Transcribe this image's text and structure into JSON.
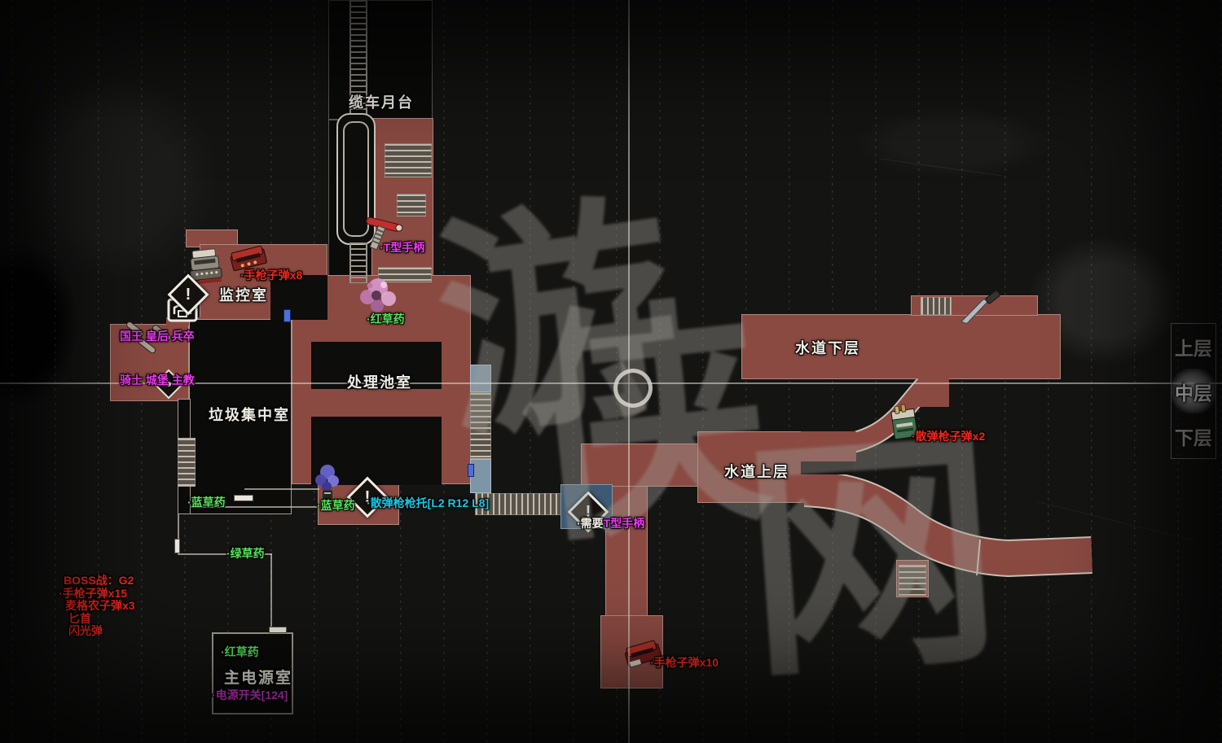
{
  "watermark": "游侠网",
  "rooms": [
    {
      "id": "cable-car-platform",
      "label": "缆车月台"
    },
    {
      "id": "monitor-room",
      "label": "监控室"
    },
    {
      "id": "treatment-pool-room",
      "label": "处理池室"
    },
    {
      "id": "garbage-room",
      "label": "垃圾集中室"
    },
    {
      "id": "waterway-lower",
      "label": "水道下层"
    },
    {
      "id": "waterway-upper",
      "label": "水道上层"
    },
    {
      "id": "main-power-room",
      "label": "主电源室"
    }
  ],
  "items": [
    {
      "label": "·手枪子弹x8",
      "color": "red"
    },
    {
      "label": "·T型手柄",
      "color": "magenta"
    },
    {
      "label": "·红草药",
      "color": "green"
    },
    {
      "label": "国王 皇后 兵卒",
      "color": "magenta"
    },
    {
      "label": "骑士 城堡 主教",
      "color": "magenta"
    },
    {
      "label": "·蓝草药",
      "color": "green"
    },
    {
      "label": "·蓝草药",
      "color": "green"
    },
    {
      "label": "·散弹枪枪托[L2 R12 L8]",
      "color": "cyan"
    },
    {
      "label": "·绿草药",
      "color": "green"
    },
    {
      "label": "·红草药",
      "color": "green"
    },
    {
      "label": "·电源开关[124]",
      "color": "magenta"
    },
    {
      "label": "·手枪子弹x10",
      "color": "red"
    },
    {
      "label": "·散弹枪子弹x2",
      "color": "red"
    },
    {
      "prefix": "·需要",
      "label": "T型手柄",
      "color": "magenta"
    }
  ],
  "boss_note": {
    "title": "BOSS战：G2",
    "items": [
      "·手枪子弹x15",
      "麦格农子弹x3",
      "匕首",
      "闪光弹"
    ]
  },
  "layer_switcher": {
    "options": [
      "上层",
      "中层",
      "下层"
    ],
    "selected": "中层"
  },
  "icons": {
    "exclamation": "!",
    "names": [
      "typewriter-icon",
      "item-box-icon",
      "exclamation-icon",
      "locked-diamond-icon",
      "chess-pieces-icon",
      "red-herb-icon",
      "blue-herb-icon",
      "t-handle-icon",
      "knife-icon",
      "pistol-ammo-box-icon",
      "shotgun-shells-box-icon",
      "door-marker"
    ]
  },
  "colors": {
    "room_fill": "#8a4a42",
    "room_interior": "#0d0d0c",
    "wall_line": "#c9c0b2",
    "label_red": "#f5261c",
    "label_green": "#55e25b",
    "label_cyan": "#14cbe8",
    "label_magenta": "#ee3aee",
    "label_white": "#efece3",
    "door_blue": "#4f6fd8",
    "landing_blue": "#7e95a6",
    "pit_room_blue": "#3d5a72"
  }
}
